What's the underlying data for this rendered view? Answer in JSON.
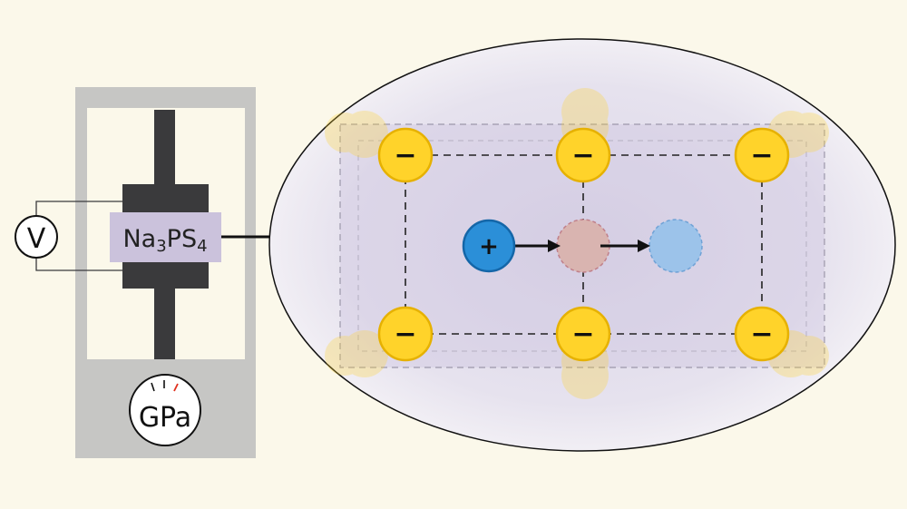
{
  "colors": {
    "background": "#fbf8ea",
    "frame_gray": "#c6c6c4",
    "piston_dark": "#3a3a3c",
    "sample_lavender": "#cbc2dc",
    "anion_yellow": "#ffd32a",
    "anion_stroke": "#e6b100",
    "cation_blue": "#2b8fd8",
    "cation_stroke": "#1466a8",
    "vacancy_pink": "#d9b4b0",
    "target_blue": "#9cc3ea",
    "ellipse_fill": "#e7e3ef"
  },
  "apparatus": {
    "sample_formula": {
      "el1": "Na",
      "sub1": "3",
      "el2": "PS",
      "sub2": "4"
    },
    "voltmeter_label": "V",
    "pressure_gauge_label": "GPa"
  },
  "lattice": {
    "anion_symbol": "−",
    "cation_symbol": "+",
    "anion_count": 6,
    "icons": {
      "anion": "negative-ion-icon",
      "cation": "positive-ion-icon",
      "arrow": "right-arrow-icon",
      "gauge": "pressure-gauge-icon",
      "voltmeter": "voltmeter-icon"
    }
  }
}
